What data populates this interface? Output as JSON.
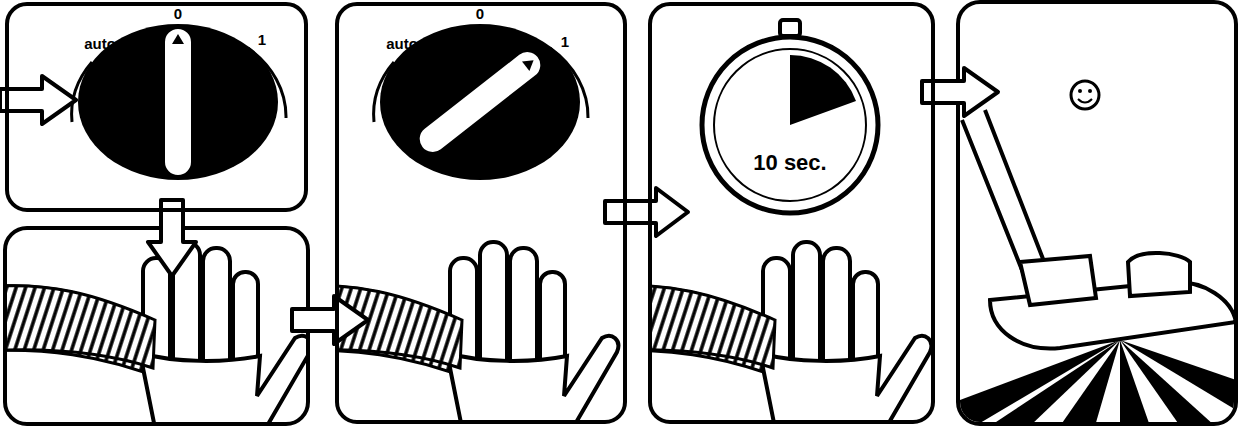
{
  "diagram": {
    "nodes": [
      {
        "text": [
          "auto",
          "0",
          "1"
        ]
      },
      {
        "text": [
          "auto",
          "0",
          "1"
        ]
      },
      {
        "text": [
          "10 sec."
        ]
      }
    ],
    "edges": [
      {
        "from": 1,
        "to": 2,
        "arrow": "to"
      }
    ]
  }
}
